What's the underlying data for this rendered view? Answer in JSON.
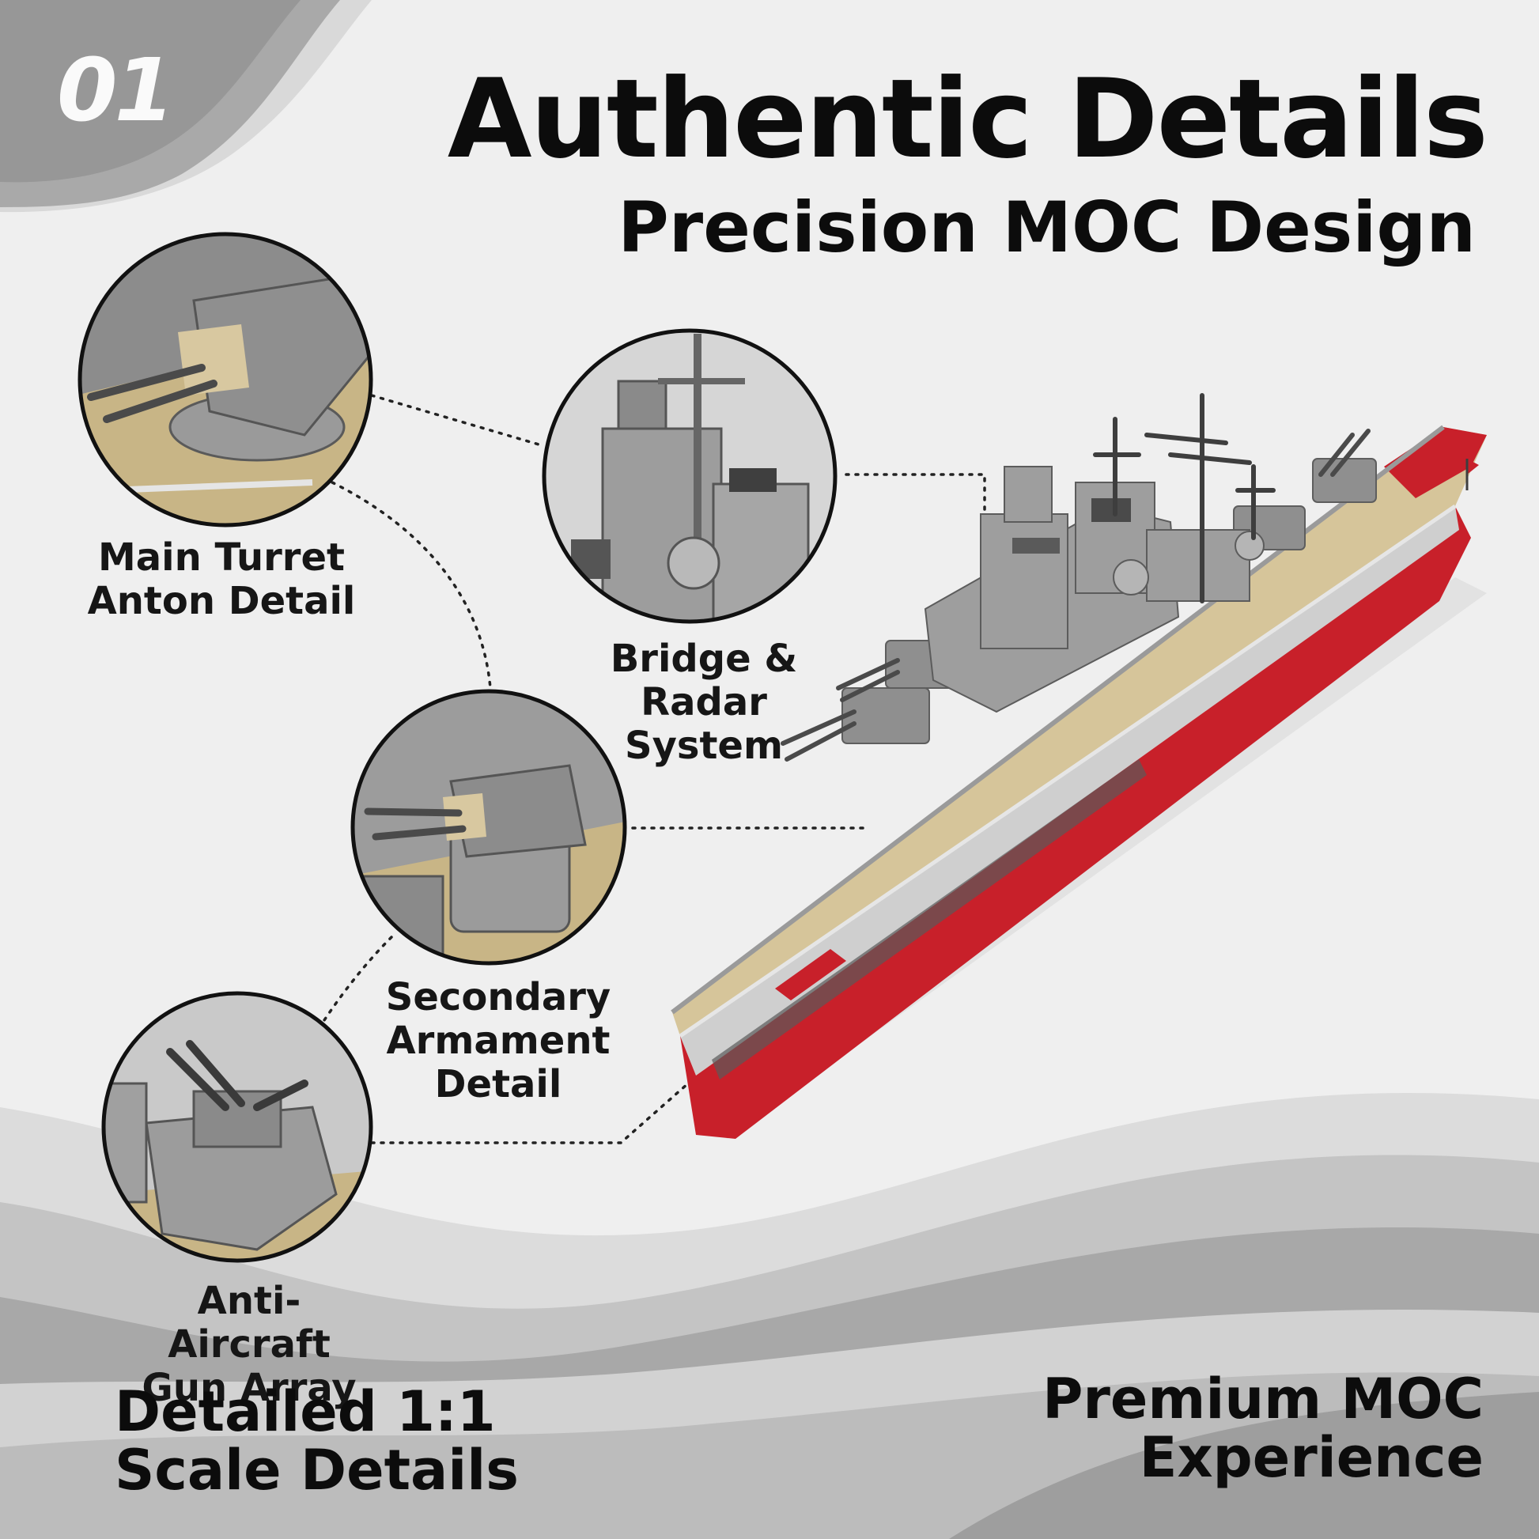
{
  "badge": "01",
  "header": {
    "title": "Authentic Details",
    "subtitle": "Precision MOC Design"
  },
  "callouts": [
    {
      "label_line1": "Main Turret",
      "label_line2": "Anton Detail",
      "icon": "main-turret-icon"
    },
    {
      "label_line1": "Bridge & Radar",
      "label_line2": "System",
      "icon": "bridge-radar-icon"
    },
    {
      "label_line1": "Secondary",
      "label_line2": "Armament Detail",
      "icon": "secondary-turret-icon"
    },
    {
      "label_line1": "Anti-Aircraft",
      "label_line2": "Gun Array",
      "icon": "aa-gun-icon"
    }
  ],
  "footer": {
    "left_line1": "Detailed 1:1",
    "left_line2": "Scale Details",
    "right_line1": "Premium MOC",
    "right_line2": "Experience"
  },
  "colors": {
    "background": "#efefef",
    "wave_dark": "#9a9a9a",
    "wave_mid": "#bdbdbd",
    "deck_tan": "#d6c59a",
    "hull_red": "#c8202a",
    "hull_grey": "#c9c9c9",
    "superstructure_grey": "#8e8e8e",
    "text": "#0c0c0c"
  }
}
